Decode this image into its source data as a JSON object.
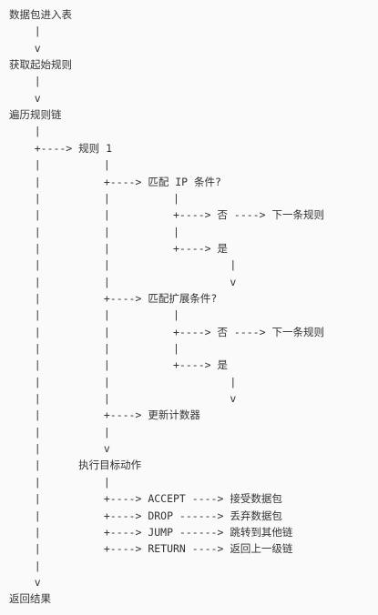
{
  "diagram": {
    "lines": [
      "数据包进入表",
      "    |",
      "    v",
      "获取起始规则",
      "    |",
      "    v",
      "遍历规则链",
      "    |",
      "    +----> 规则 1",
      "    |          |",
      "    |          +----> 匹配 IP 条件?",
      "    |          |          |",
      "    |          |          +----> 否 ----> 下一条规则",
      "    |          |          |",
      "    |          |          +----> 是",
      "    |          |                   |",
      "    |          |                   v",
      "    |          +----> 匹配扩展条件?",
      "    |          |          |",
      "    |          |          +----> 否 ----> 下一条规则",
      "    |          |          |",
      "    |          |          +----> 是",
      "    |          |                   |",
      "    |          |                   v",
      "    |          +----> 更新计数器",
      "    |          |",
      "    |          v",
      "    |      执行目标动作",
      "    |          |",
      "    |          +----> ACCEPT ----> 接受数据包",
      "    |          +----> DROP ------> 丢弃数据包",
      "    |          +----> JUMP ------> 跳转到其他链",
      "    |          +----> RETURN ----> 返回上一级链",
      "    |",
      "    v",
      "返回结果"
    ]
  }
}
